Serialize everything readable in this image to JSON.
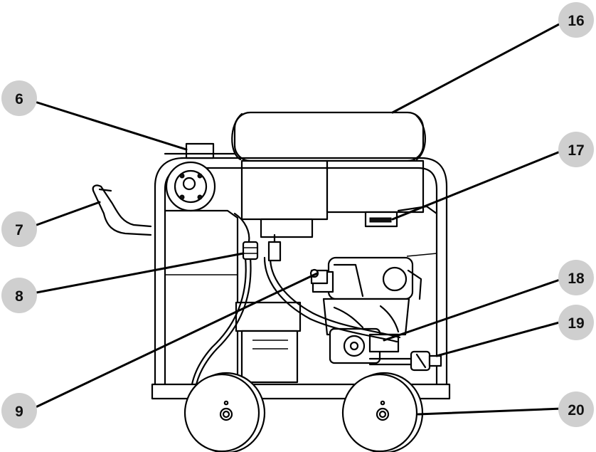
{
  "callouts": [
    {
      "label": "6"
    },
    {
      "label": "7"
    },
    {
      "label": "8"
    },
    {
      "label": "9"
    },
    {
      "label": "16"
    },
    {
      "label": "17"
    },
    {
      "label": "18"
    },
    {
      "label": "19"
    },
    {
      "label": "20"
    }
  ],
  "colors": {
    "callout_fill": "#cfcfcf",
    "line": "#000000",
    "background": "#ffffff"
  }
}
